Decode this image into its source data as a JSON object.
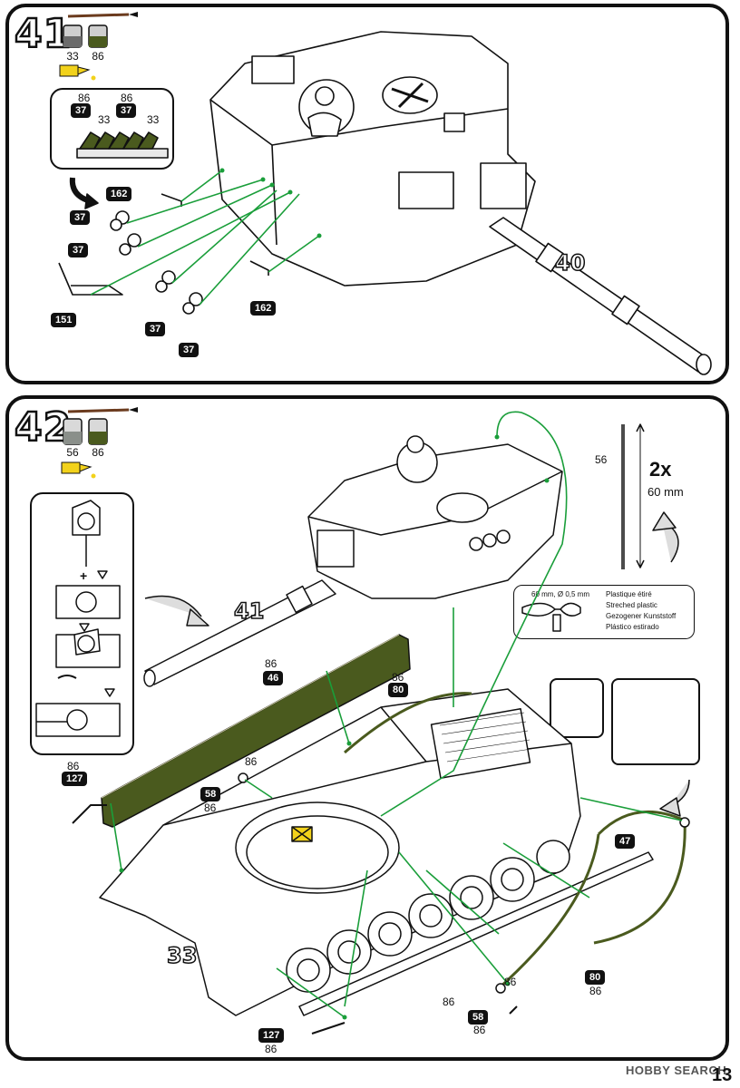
{
  "step41": {
    "number": "41",
    "paints": [
      "33",
      "86"
    ],
    "inset": {
      "top_codes": [
        "86",
        "86"
      ],
      "badges": [
        "37",
        "37"
      ],
      "side_codes": [
        "33",
        "33"
      ]
    },
    "parts": [
      "162",
      "37",
      "37",
      "151",
      "37",
      "37",
      "162"
    ],
    "callout": "40"
  },
  "step42": {
    "number": "42",
    "paints": [
      "56",
      "86"
    ],
    "measure": {
      "part": "56",
      "qty": "2x",
      "length": "60 mm"
    },
    "stretch_note": {
      "spec": "60 mm, Ø 0,5 mm",
      "lines": [
        "Plastique étiré",
        "Streched plastic",
        "Gezogener Kunststoff",
        "Plástico estirado"
      ]
    },
    "callouts": [
      "41",
      "33"
    ],
    "parts": {
      "p46": {
        "code": "86",
        "badge": "46"
      },
      "p80a": {
        "code": "86",
        "badge": "80"
      },
      "p127a": {
        "code": "86",
        "badge": "127"
      },
      "p58a": {
        "code": "86",
        "badge": "58",
        "code_top": "86"
      },
      "p47": {
        "badge": "47"
      },
      "p80b": {
        "badge": "80",
        "code": "86"
      },
      "p58b": {
        "code_top": "86",
        "badge": "58",
        "code": "86"
      },
      "p127b": {
        "badge": "127",
        "code": "86"
      },
      "mid86": "86"
    }
  },
  "footer": {
    "brand": "HOBBY SEARCH",
    "page": "13"
  },
  "colors": {
    "arrow": "#1a9e3a",
    "olive": "#4a5a1e",
    "grey_paint": "#8a8f8a"
  }
}
